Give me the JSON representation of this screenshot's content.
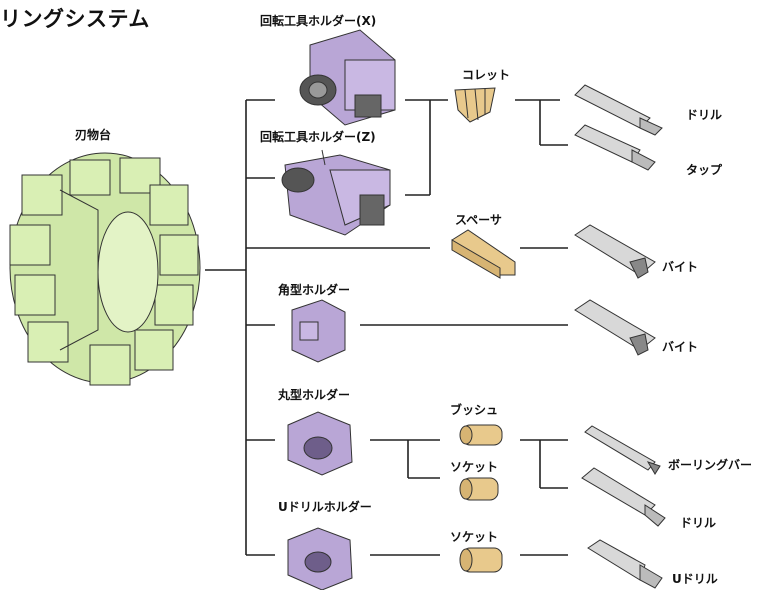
{
  "title": "リングシステム",
  "labels": {
    "turret": "刃物台",
    "rotary_x": "回転工具ホルダー(X)",
    "rotary_z": "回転工具ホルダー(Z)",
    "collet": "コレット",
    "drill_1": "ドリル",
    "tap": "タップ",
    "spacer": "スペーサ",
    "bite_1": "バイト",
    "square_holder": "角型ホルダー",
    "bite_2": "バイト",
    "round_holder": "丸型ホルダー",
    "bush": "ブッシュ",
    "socket_1": "ソケット",
    "boring_bar": "ボーリングバー",
    "drill_2": "ドリル",
    "u_drill_holder": "Uドリルホルダー",
    "socket_2": "ソケット",
    "u_drill": "Uドリル"
  },
  "colors": {
    "turret": "#d9efb4",
    "holder": "#b9a6d6",
    "brass": "#e8c98c",
    "tool": "#d8d8d8",
    "line": "#222222"
  }
}
